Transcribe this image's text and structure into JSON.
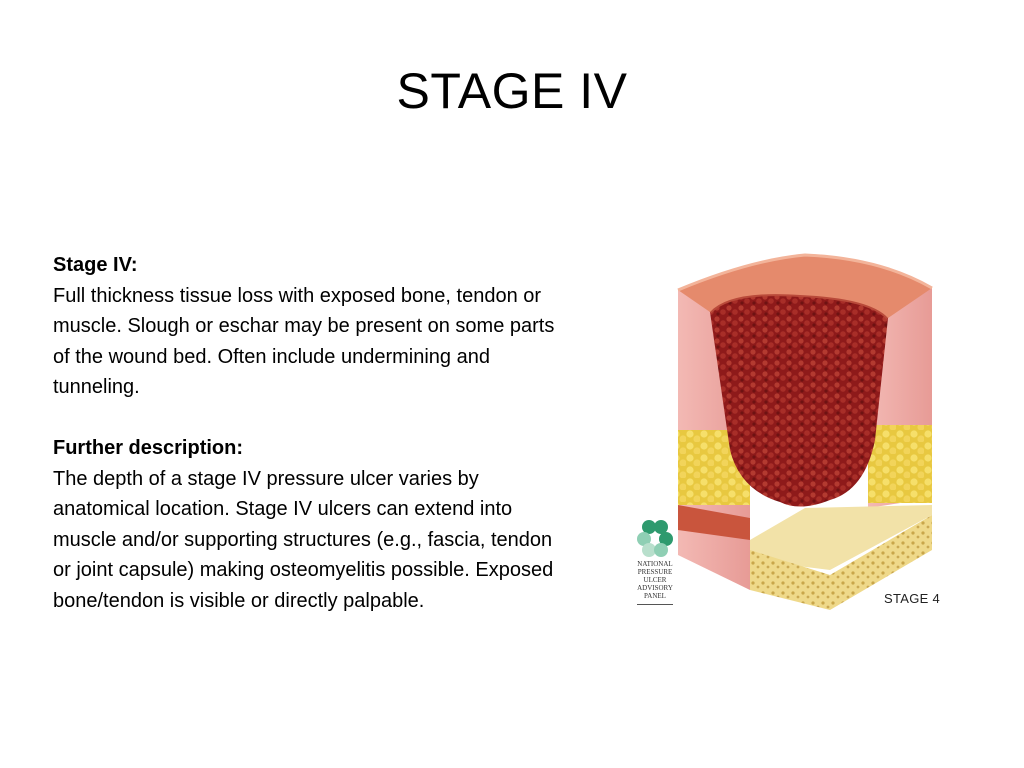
{
  "slide": {
    "title": "STAGE IV"
  },
  "section1": {
    "heading": "Stage IV:",
    "text": "Full thickness tissue loss with exposed bone, tendon or muscle. Slough or eschar may be present on some parts of the wound bed. Often include undermining and tunneling."
  },
  "section2": {
    "heading": "Further description:",
    "text": "The depth of a stage IV pressure ulcer varies by anatomical location. Stage IV ulcers can extend into muscle and/or supporting structures (e.g., fascia, tendon or joint capsule) making osteomyelitis possible. Exposed bone/tendon is visible or directly palpable."
  },
  "figure": {
    "label": "STAGE 4",
    "logo_lines": [
      "NATIONAL",
      "PRESSURE",
      "ULCER",
      "ADVISORY",
      "PANEL"
    ],
    "logo_color": "#3aa27a"
  }
}
